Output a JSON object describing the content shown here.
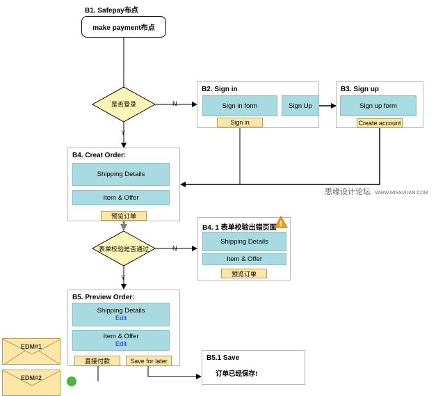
{
  "b1": {
    "title": "B1. Safepay布点",
    "start_label": "make payment布点"
  },
  "decision1": {
    "label": "是否登录",
    "no": "N",
    "yes": "Y"
  },
  "b2": {
    "title": "B2. Sign in",
    "form_label": "Sign in form",
    "signup_label": "Sign Up",
    "signin_button": "Sign in"
  },
  "b3": {
    "title": "B3. Sign up",
    "form_label": "Sign up form",
    "create_button": "Create account"
  },
  "b4": {
    "title": "B4. Creat Order:",
    "shipping": "Shipping Details",
    "item": "Item & Offer",
    "preview_button": "预览订单"
  },
  "decision2": {
    "label": "表单校验是否通过",
    "no": "N",
    "yes": "Y"
  },
  "b41": {
    "title": "B4. 1 表单校验出错页面",
    "shipping": "Shipping Details",
    "item": "Item & Offer",
    "preview_button": "预览订单"
  },
  "b5": {
    "title": "B5. Preview Order:",
    "shipping": "Shipping Details",
    "shipping_edit": "Edit",
    "item": "Item & Offer",
    "item_edit": "Edit",
    "pay_button": "直接付款",
    "save_button": "Save for later"
  },
  "b51": {
    "title": "B5.1 Save",
    "message": "订单已经保存!"
  },
  "edm": {
    "first": "EDM#1",
    "second": "EDM#2"
  },
  "watermark": {
    "text": "思缘设计论坛",
    "url": "WWW.MISSVUAN.COM"
  },
  "colors": {
    "box": "#a8dbe1",
    "button": "#fde7a8",
    "diamond": "#fbf6b7",
    "connector": "#000000",
    "arrow_gray": "#7f7f7f",
    "warning": "#f0a020"
  }
}
